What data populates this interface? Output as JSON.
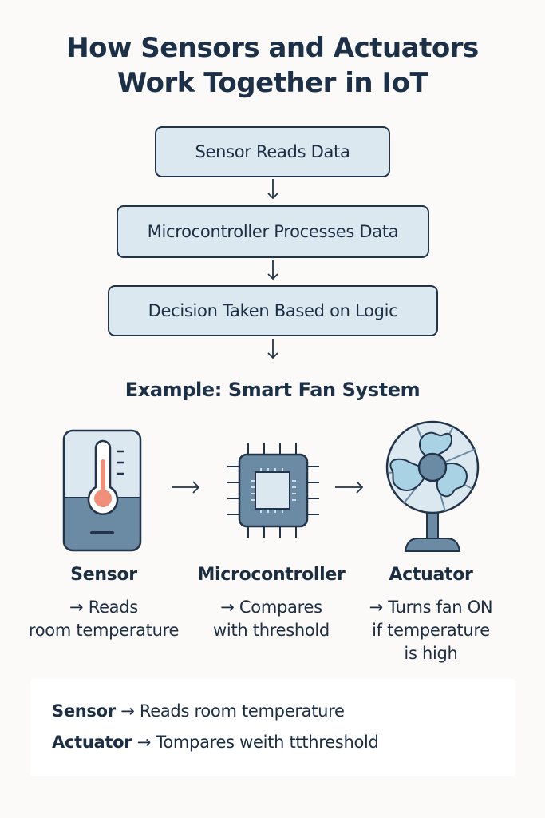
{
  "title": {
    "line1": "How Sensors and Actuators",
    "line2": "Work Together in IoT"
  },
  "flow": {
    "steps": [
      {
        "label": "Sensor Reads Data"
      },
      {
        "label": "Microcontroller Processes Data"
      },
      {
        "label": "Decision Taken Based on Logic"
      }
    ],
    "arrow_icon": "arrow-down-icon"
  },
  "example": {
    "heading": "Example: Smart Fan System",
    "components": [
      {
        "name": "Sensor",
        "icon": "thermometer-sensor-icon",
        "desc_line1": "→ Reads",
        "desc_line2": "room temperature",
        "desc_line3": ""
      },
      {
        "name": "Microcontroller",
        "icon": "microchip-icon",
        "desc_line1": "→ Compares",
        "desc_line2": "with threshold",
        "desc_line3": ""
      },
      {
        "name": "Actuator",
        "icon": "fan-icon",
        "desc_line1": "→ Turns fan ON",
        "desc_line2": "if temperature",
        "desc_line3": "is high"
      }
    ],
    "connector_icon": "arrow-right-icon"
  },
  "summary": {
    "lines": [
      {
        "term": "Sensor",
        "arrow": "→",
        "text": "Reads room temperature"
      },
      {
        "term": "Actuator",
        "arrow": "→",
        "text": "Tompares weith ttthreshold"
      }
    ]
  },
  "colors": {
    "text": "#1c2e44",
    "box_fill": "#dbe8ef",
    "box_border": "#22344a",
    "icon_dark": "#6b8aa3",
    "icon_light": "#dbe8ef",
    "thermo_red": "#f0907a",
    "fan_blade": "#a9d3e5",
    "background": "#fbfaf8"
  }
}
